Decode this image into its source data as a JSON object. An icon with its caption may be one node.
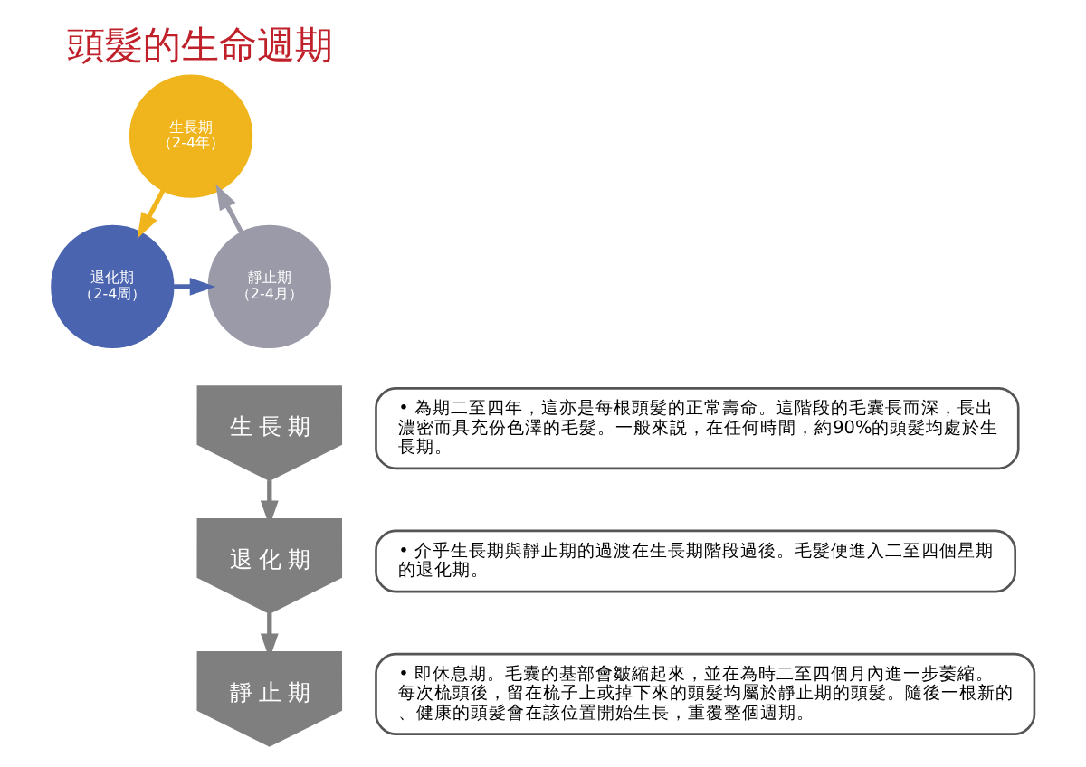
{
  "diagram": {
    "title": "頭髮的生命週期",
    "nodes": [
      {
        "text": [
          "生長期",
          "（2-4年）"
        ]
      },
      {
        "text": [
          "退化期",
          "（2-4周）"
        ]
      },
      {
        "text": [
          "靜止期",
          "（2-4月）"
        ]
      },
      {
        "text": [
          "生 長 期"
        ]
      },
      {
        "text": [
          "• 為期二至四年，這亦是每根頭髮的正常壽命。這階段的毛囊長而深，長出濃密而具充份色澤的毛髮。一般來説，在任何時間，約90%的頭髮均處於生長期。"
        ]
      },
      {
        "text": [
          "退 化 期"
        ]
      },
      {
        "text": [
          "• 介乎生長期與靜止期的過渡在生長期階段過後。毛髮便進入二至四個星期的退化期。"
        ]
      },
      {
        "text": [
          "靜 止 期"
        ]
      },
      {
        "text": [
          "• 即休息期。毛囊的基部會皺縮起來，並在為時二至四個月內進一步萎縮。每次梳頭後，留在梳子上或掉下來的頭髮均屬於靜止期的頭髮。隨後一根新的、健康的頭髮會在該位置開始生長，重覆整個週期。"
        ]
      }
    ],
    "edges": [
      {
        "from": 0,
        "to": 1,
        "arrow": "to",
        "color": "#f0b41c"
      },
      {
        "from": 1,
        "to": 2,
        "arrow": "to",
        "color": "#4a64b0"
      },
      {
        "from": 2,
        "to": 0,
        "arrow": "to",
        "color": "#9a9aa8"
      },
      {
        "from": 3,
        "to": 5,
        "arrow": "to"
      },
      {
        "from": 5,
        "to": 7,
        "arrow": "to"
      }
    ]
  }
}
